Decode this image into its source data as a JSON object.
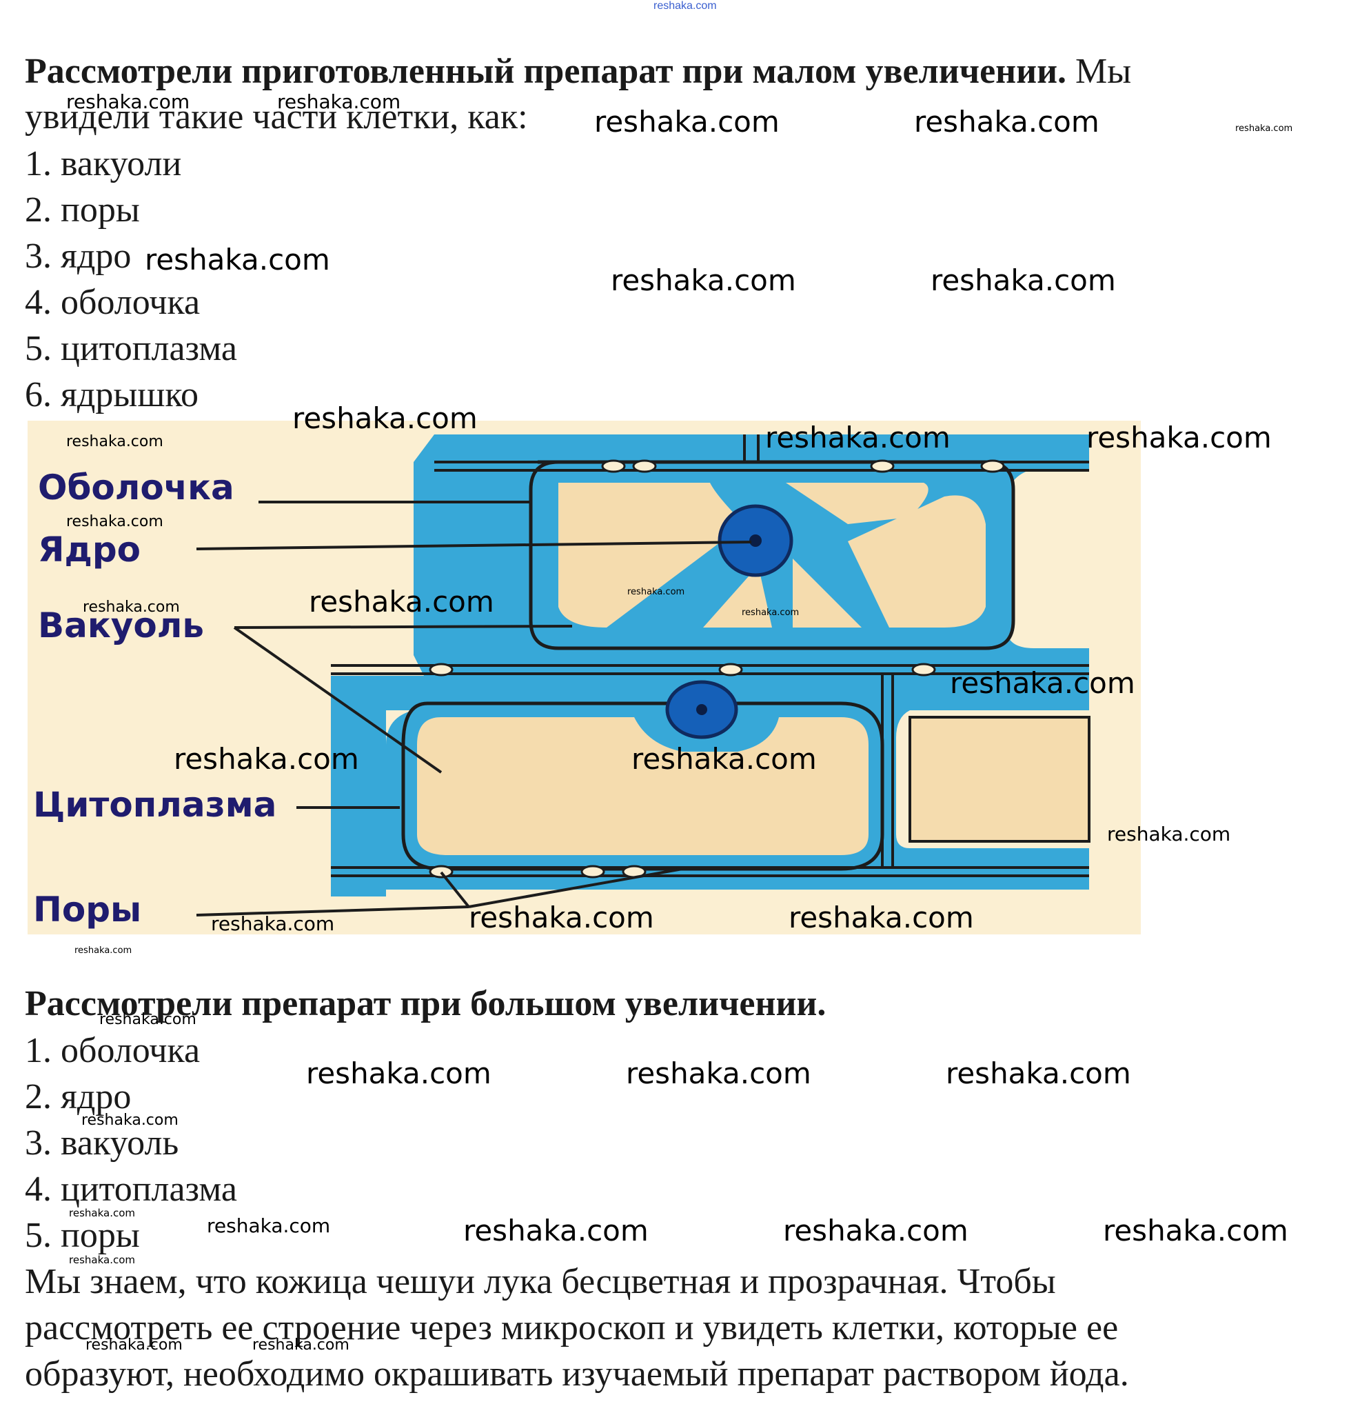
{
  "header": {
    "site": "reshaka.com"
  },
  "section1": {
    "heading_bold": "Рассмотрели приготовленный препарат при малом увеличении.",
    "line1_rest": " Мы",
    "line2": "увидели такие части клетки, как:",
    "items": [
      "1. вакуоли",
      "2. поры",
      "3. ядро",
      "4. оболочка",
      "5. цитоплазма",
      "6. ядрышко"
    ]
  },
  "figure": {
    "labels": {
      "membrane": "Оболочка",
      "nucleus": "Ядро",
      "vacuole": "Вакуоль",
      "cytoplasm": "Цитоплазма",
      "pores": "Поры"
    },
    "colors": {
      "background": "#fbefd2",
      "cytoplasm": "#37a8d8",
      "nucleus": "#1560b8",
      "cell_fill": "#f5dcae",
      "outline": "#1c1c1c",
      "label": "#1f1c6e"
    }
  },
  "section2": {
    "heading": "Рассмотрели препарат при большом увеличении.",
    "items": [
      "1. оболочка",
      "2. ядро",
      "3. вакуоль",
      "4. цитоплазма",
      "5. поры"
    ]
  },
  "section3": {
    "lines": [
      "Мы знаем, что кожица чешуи лука бесцветная и прозрачная. Чтобы",
      "рассмотреть ее строение через микроскоп и увидеть клетки, которые ее",
      "образуют, необходимо окрашивать изучаемый препарат раствором йода."
    ]
  },
  "watermark": "reshaka.com"
}
